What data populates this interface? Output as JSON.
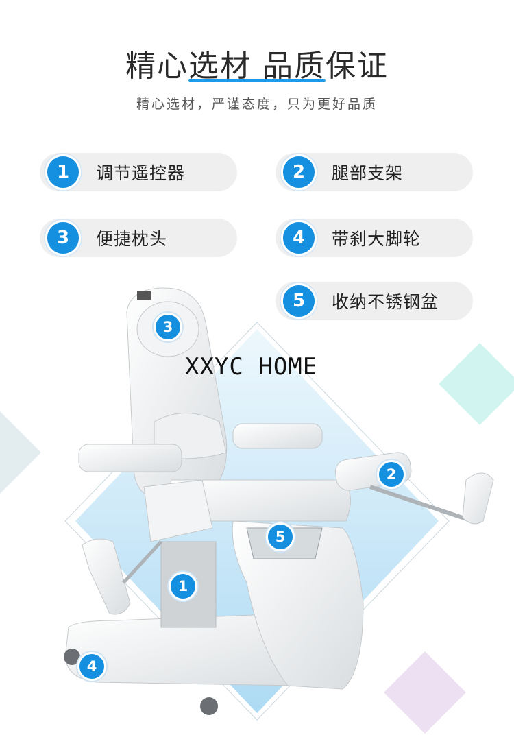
{
  "header": {
    "title": "精心选材 品质保证",
    "subtitle": "精心选材，严谨态度，只为更好品质"
  },
  "features": [
    {
      "num": "1",
      "label": "调节遥控器"
    },
    {
      "num": "2",
      "label": "腿部支架"
    },
    {
      "num": "3",
      "label": "便捷枕头"
    },
    {
      "num": "4",
      "label": "带刹大脚轮"
    },
    {
      "num": "5",
      "label": "收纳不锈钢盆"
    }
  ],
  "markers": [
    "1",
    "2",
    "3",
    "4",
    "5"
  ],
  "watermark": "XXYC HOME",
  "colors": {
    "accent": "#1590e0",
    "pill": "#efefef"
  }
}
